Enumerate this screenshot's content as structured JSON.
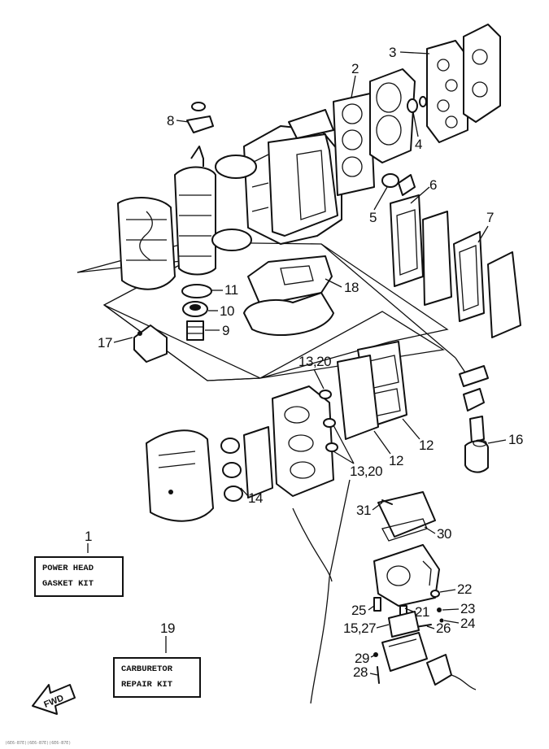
{
  "labels": {
    "p1": "1",
    "p2": "2",
    "p3": "3",
    "p4": "4",
    "p5": "5",
    "p6": "6",
    "p7": "7",
    "p8": "8",
    "p9": "9",
    "p10": "10",
    "p11": "11",
    "p12a": "12",
    "p12b": "12",
    "p13_20a": "13,20",
    "p13_20b": "13,20",
    "p14": "14",
    "p15_27": "15,27",
    "p16": "16",
    "p17": "17",
    "p18": "18",
    "p19": "19",
    "p21": "21",
    "p22": "22",
    "p23": "23",
    "p24": "24",
    "p25": "25",
    "p26": "26",
    "p28": "28",
    "p29": "29",
    "p30": "30",
    "p31": "31"
  },
  "kits": {
    "power_head": [
      "POWER HEAD",
      "GASKET KIT"
    ],
    "carburetor": [
      "CARBURETOR",
      "REPAIR KIT"
    ]
  },
  "fwd_label": "FWD",
  "footer_text": "(6E6-B7E)(6E6-B7E)(6E6-B7E)"
}
